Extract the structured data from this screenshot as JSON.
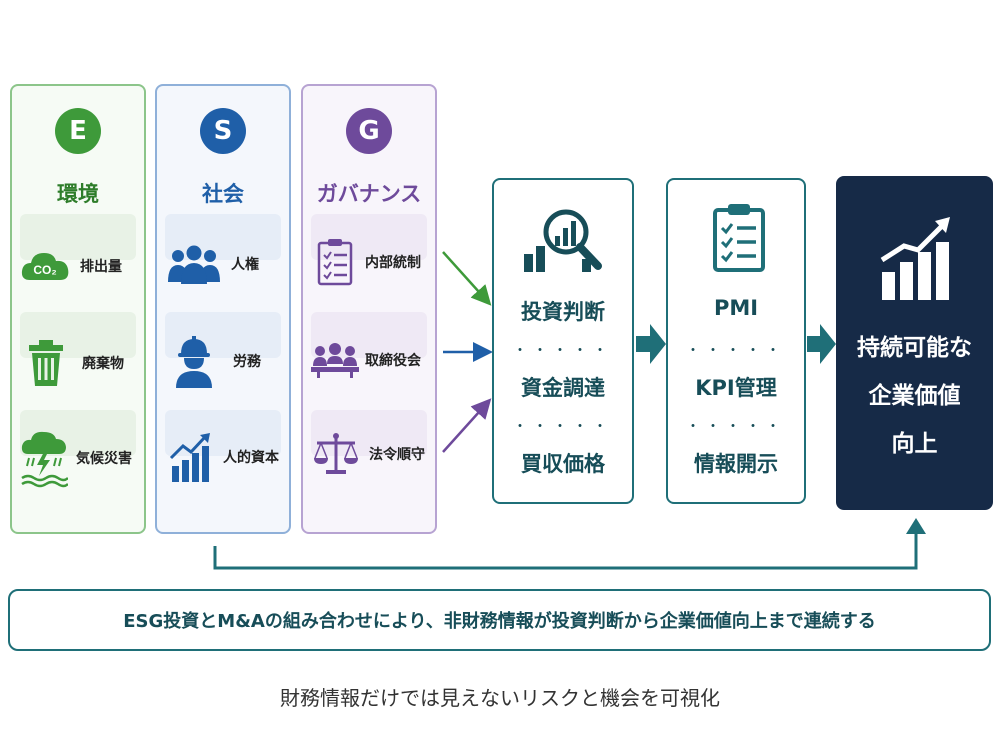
{
  "colors": {
    "e": "#3e9a3a",
    "s": "#1f5fa8",
    "g": "#6e4a9b",
    "teal": "#1f6f78",
    "navy": "#162a47"
  },
  "columns": [
    {
      "letter": "E",
      "title": "環境",
      "items": [
        {
          "icon": "co2-cloud-icon",
          "icon_text": "CO₂",
          "label": "排出量"
        },
        {
          "icon": "trash-icon",
          "label": "廃棄物"
        },
        {
          "icon": "storm-icon",
          "label": "気候災害"
        }
      ]
    },
    {
      "letter": "S",
      "title": "社会",
      "items": [
        {
          "icon": "people-icon",
          "label": "人権"
        },
        {
          "icon": "worker-icon",
          "label": "労務"
        },
        {
          "icon": "growth-chart-icon",
          "label": "人的資本"
        }
      ]
    },
    {
      "letter": "G",
      "title": "ガバナンス",
      "items": [
        {
          "icon": "checklist-icon",
          "label": "内部統制"
        },
        {
          "icon": "meeting-icon",
          "label": "取締役会"
        },
        {
          "icon": "scales-icon",
          "label": "法令順守"
        }
      ]
    }
  ],
  "process_boxes": [
    {
      "icon": "analysis-magnifier-icon",
      "lines": [
        "投資判断",
        "資金調達",
        "買収価格"
      ],
      "separator": "・・・・・"
    },
    {
      "icon": "clipboard-icon",
      "lines": [
        "PMI",
        "KPI管理",
        "情報開示"
      ],
      "separator": "・・・・・"
    }
  ],
  "final_box": {
    "icon": "rising-chart-icon",
    "lines": [
      "持続可能な",
      "企業価値",
      "向上"
    ]
  },
  "banner_text": "ESG投資とM&Aの組み合わせにより、非財務情報が投資判断から企業価値向上まで連続する",
  "footer_text": "財務情報だけでは見えないリスクと機会を可視化"
}
